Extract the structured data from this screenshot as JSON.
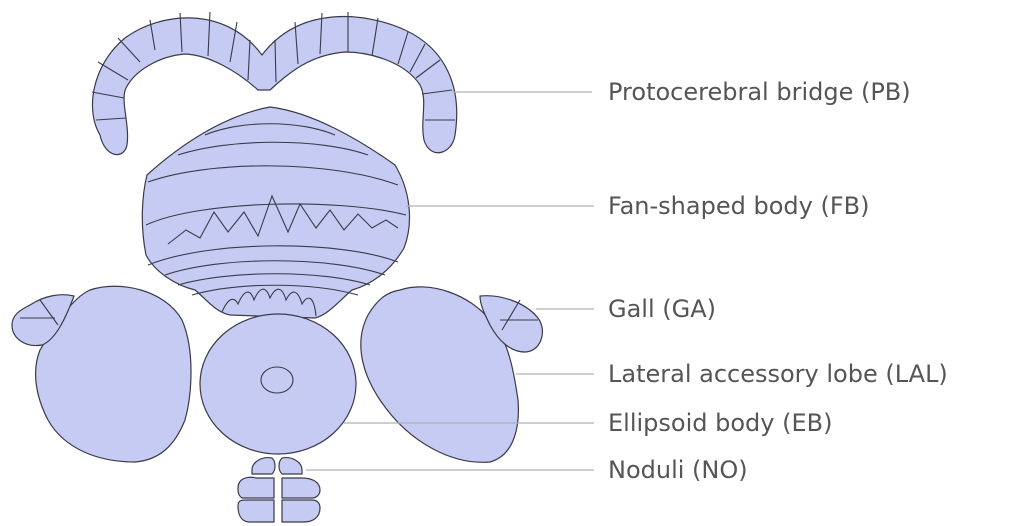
{
  "colors": {
    "region_fill": "#c5cbf3",
    "outline": "#3a3a4a",
    "leader_line": "#b0b0b0",
    "label_text": "#555555"
  },
  "labels": {
    "pb": "Protocerebral bridge (PB)",
    "fb": "Fan-shaped body (FB)",
    "ga": "Gall (GA)",
    "lal": "Lateral accessory lobe (LAL)",
    "eb": "Ellipsoid body (EB)",
    "no": "Noduli (NO)"
  }
}
